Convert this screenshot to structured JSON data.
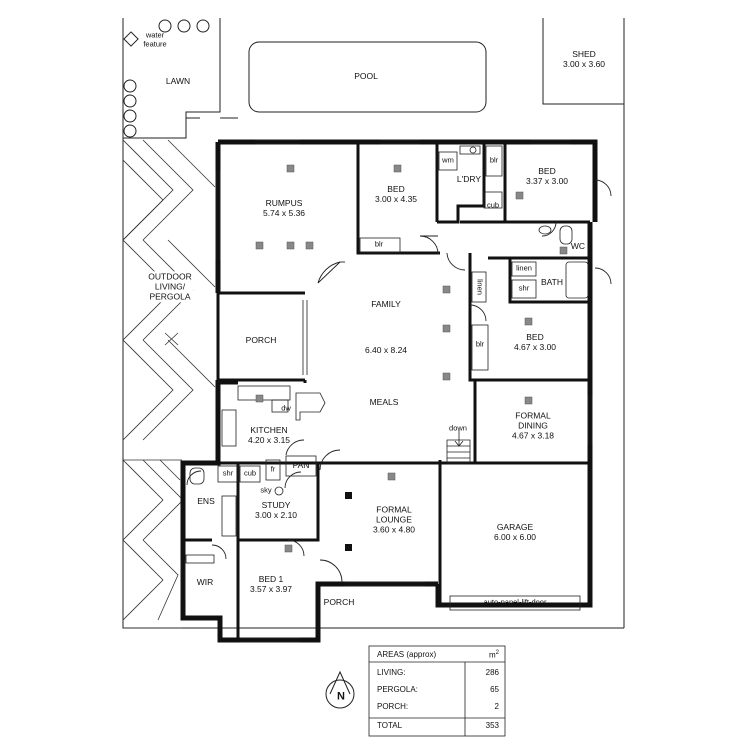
{
  "rooms": {
    "lawn": "LAWN",
    "pool": "POOL",
    "water_feature_l1": "water",
    "water_feature_l2": "feature",
    "shed": {
      "name": "SHED",
      "dims": "3.00 x 3.60"
    },
    "outdoor": {
      "line1": "OUTDOOR",
      "line2": "LIVING/",
      "line3": "PERGOLA"
    },
    "rumpus": {
      "name": "RUMPUS",
      "dims": "5.74 x 5.36"
    },
    "bed_2": {
      "name": "BED",
      "dims": "3.00 x 4.35"
    },
    "bed_3": {
      "name": "BED",
      "dims": "3.37 x 3.00"
    },
    "bed_4": {
      "name": "BED",
      "dims": "4.67 x 3.00"
    },
    "laundry": "L'DRY",
    "wm": "wm",
    "cub": "cub",
    "blr": "blr",
    "wc": "WC",
    "linen": "linen",
    "shr": "shr",
    "bath": "BATH",
    "porch_west": "PORCH",
    "family": {
      "name": "FAMILY",
      "dims": "6.40 x 8.24"
    },
    "meals": "MEALS",
    "kitchen": {
      "name": "KITCHEN",
      "dims": "4.20 x 3.15"
    },
    "dw": "dw",
    "fr": "fr",
    "pan": "PAN",
    "sky": "sky",
    "formal_dining": {
      "line1": "FORMAL",
      "line2": "DINING",
      "dims": "4.67 x 3.18"
    },
    "down": "down",
    "ens": "ENS",
    "study": {
      "name": "STUDY",
      "dims": "3.00 x 2.10"
    },
    "formal_lounge": {
      "line1": "FORMAL",
      "line2": "LOUNGE",
      "dims": "3.60 x 4.80"
    },
    "garage": {
      "name": "GARAGE",
      "dims": "6.00 x 6.00"
    },
    "garage_door": "auto-panel-lift-door",
    "wir": "WIR",
    "bed_1": {
      "name": "BED 1",
      "dims": "3.57 x 3.97"
    },
    "porch_front": "PORCH"
  },
  "compass": "N",
  "areas": {
    "title": "AREAS (approx)",
    "unit": "m",
    "unit_sup": "2",
    "rows": [
      {
        "label": "LIVING:",
        "value": "286"
      },
      {
        "label": "PERGOLA:",
        "value": "65"
      },
      {
        "label": "PORCH:",
        "value": "2"
      }
    ],
    "total_label": "TOTAL",
    "total_value": "353"
  }
}
